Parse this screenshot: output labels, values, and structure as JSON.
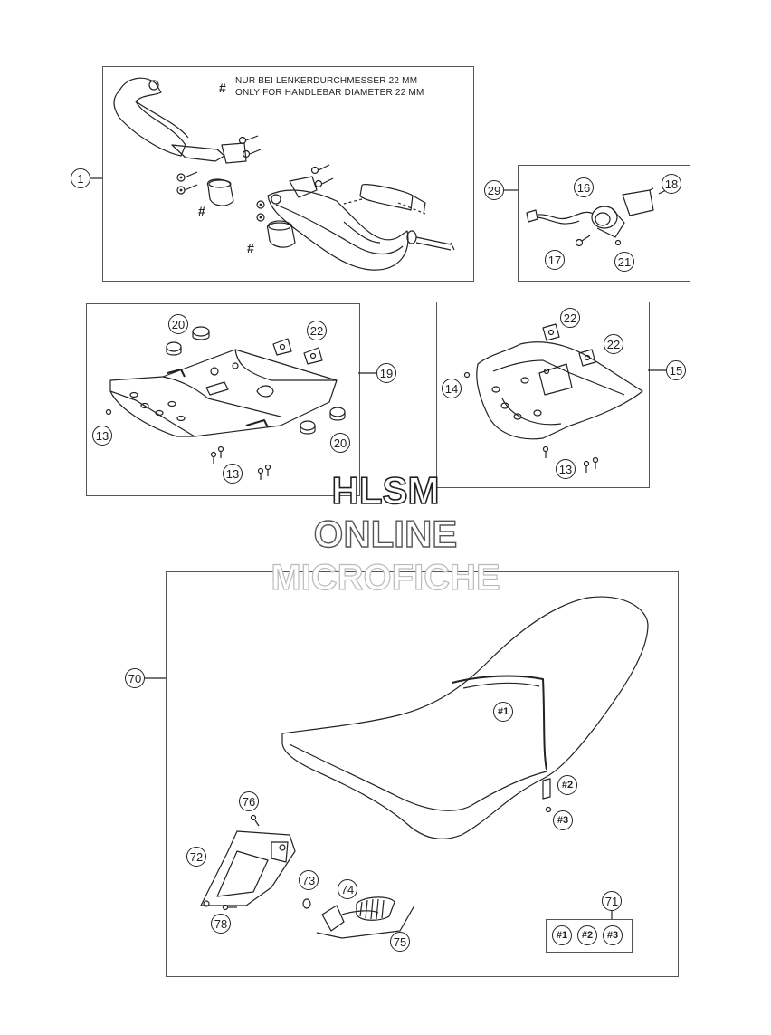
{
  "diagram": {
    "note": {
      "symbol": "#",
      "line1": "NUR BEI LENKERDURCHMESSER 22 MM",
      "line2": "ONLY FOR HANDLEBAR DIAMETER 22 MM"
    },
    "panel1": {
      "label": "1",
      "hash_marks": [
        "#",
        "#"
      ]
    },
    "panel29": {
      "label": "29",
      "parts": [
        "16",
        "18",
        "17",
        "21"
      ]
    },
    "panel19": {
      "label": "19",
      "parts": [
        "20",
        "22",
        "13",
        "20",
        "13"
      ]
    },
    "panel15": {
      "label": "15",
      "parts": [
        "22",
        "22",
        "14",
        "13"
      ]
    },
    "panel70": {
      "label": "70",
      "seat_refs": [
        "#1",
        "#2",
        "#3"
      ],
      "parts": [
        "76",
        "72",
        "73",
        "74",
        "78",
        "75"
      ],
      "kit": {
        "label": "71",
        "items": [
          "#1",
          "#2",
          "#3"
        ]
      }
    }
  },
  "watermark": {
    "line1": "HLSM",
    "line2": "ONLINE",
    "line3": "MICROFICHE"
  }
}
